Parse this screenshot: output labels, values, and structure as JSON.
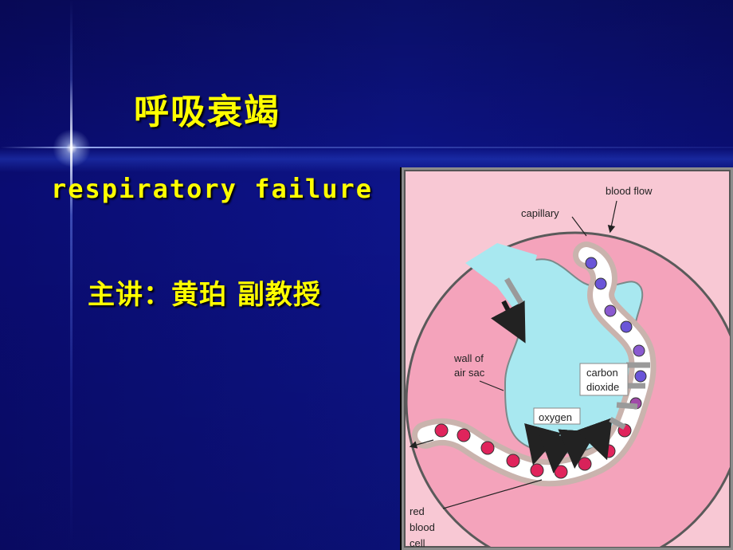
{
  "slide": {
    "title": "呼吸衰竭",
    "subtitle": "respiratory failure",
    "lecturer": "主讲：黄珀 副教授"
  },
  "diagram": {
    "labels": {
      "blood_flow": "blood flow",
      "capillary": "capillary",
      "wall_of": "wall of",
      "air_sac": "air sac",
      "carbon": "carbon",
      "dioxide": "dioxide",
      "oxygen": "oxygen",
      "red": "red",
      "blood": "blood",
      "cell": "cell"
    }
  },
  "colors": {
    "background": "#0b0f6e",
    "title_text": "#ffff00",
    "air_sac": "#9ee6f0",
    "tissue": "#f4a8bf",
    "capillary_wall": "#c7a8a2",
    "blue_cell": "#5a45c8",
    "red_cell": "#e01e5a"
  }
}
